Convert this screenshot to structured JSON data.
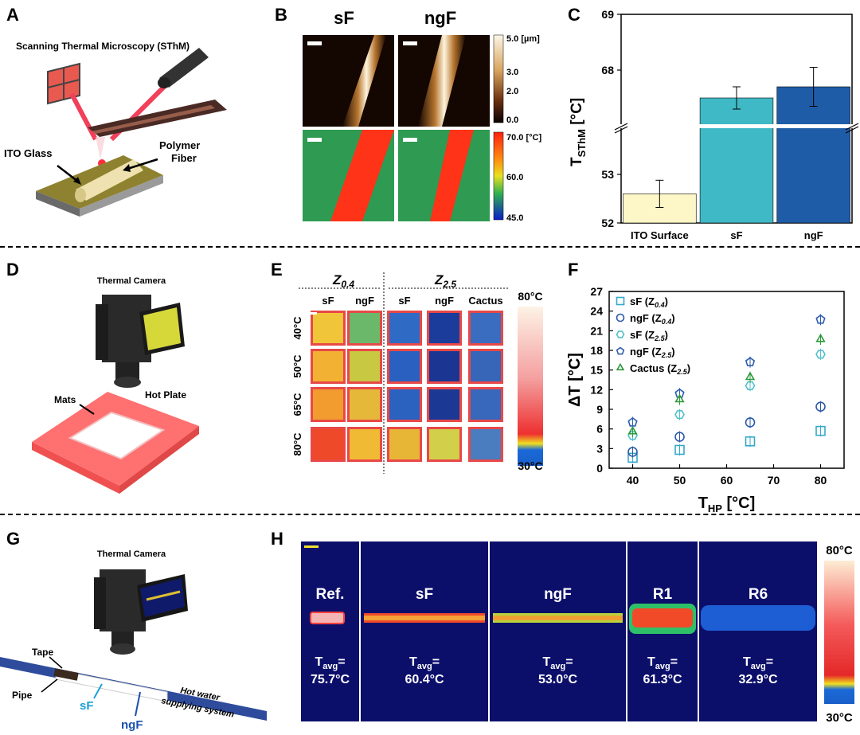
{
  "panels": {
    "A": {
      "label": "A",
      "title": "Scanning Thermal Microscopy (SThM)",
      "ito": "ITO Glass",
      "polymer1": "Polymer",
      "polymer2": "Fiber"
    },
    "B": {
      "label": "B",
      "col1": "sF",
      "col2": "ngF",
      "height_ticks": [
        "5.0 [µm]",
        "3.0",
        "2.0",
        "0.0"
      ],
      "temp_ticks": [
        "70.0 [°C]",
        "60.0",
        "45.0"
      ],
      "colors": {
        "height_hi": "#fdf4dc",
        "height_mid": "#b5742e",
        "height_lo": "#140600",
        "map_bg": "#2f9a52",
        "fiber": "#ff3318"
      }
    },
    "D": {
      "label": "D",
      "camera": "Thermal Camera",
      "mats": "Mats",
      "hotplate": "Hot Plate"
    },
    "E": {
      "label": "E",
      "group1": "Z",
      "group1_sub": "0.4",
      "group2": "Z",
      "group2_sub": "2.5",
      "cols": [
        "sF",
        "ngF",
        "sF",
        "ngF",
        "Cactus"
      ],
      "rows": [
        "40°C",
        "50°C",
        "65°C",
        "80°C"
      ],
      "cbar_top": "80°C",
      "cbar_bottom": "30°C",
      "tile_colors": [
        [
          "#f0c53a",
          "#6cb86a",
          "#2f6bc4",
          "#1c3c9c",
          "#3a6cc0"
        ],
        [
          "#f3b133",
          "#c8c843",
          "#2a60c0",
          "#1a3692",
          "#3766b8"
        ],
        [
          "#f29b2f",
          "#e6b83a",
          "#2b62c0",
          "#1b3994",
          "#3868bb"
        ],
        [
          "#ee4a2a",
          "#f0ba35",
          "#e8b637",
          "#d2d04a",
          "#4a7cc0"
        ]
      ]
    },
    "G": {
      "label": "G",
      "camera": "Thermal Camera",
      "tape": "Tape",
      "pipe": "Pipe",
      "sf": "sF",
      "ngf": "ngF",
      "hotwater1": "Hot water",
      "hotwater2": "supplying system"
    },
    "H": {
      "label": "H",
      "cbar_top": "80°C",
      "cbar_bottom": "30°C",
      "tavg_sym": "T",
      "tavg_sub": "avg",
      "tavg_eq": "=",
      "samples": [
        {
          "name": "Ref.",
          "value": "75.7°C"
        },
        {
          "name": "sF",
          "value": "60.4°C"
        },
        {
          "name": "ngF",
          "value": "53.0°C"
        },
        {
          "name": "R1",
          "value": "61.3°C"
        },
        {
          "name": "R6",
          "value": "32.9°C"
        }
      ]
    }
  },
  "chart_data": [
    {
      "id": "C",
      "label": "C",
      "type": "bar",
      "categories": [
        "ITO Surface",
        "sF",
        "ngF"
      ],
      "values": [
        52.6,
        67.5,
        67.7
      ],
      "errors": [
        0.28,
        0.2,
        0.35
      ],
      "colors": [
        "#fdf7c8",
        "#3fb9c6",
        "#1f5ca8"
      ],
      "ylabel": "T",
      "ylabel_sub": "SThM",
      "ylabel_unit": " [°C]",
      "broken_axis": {
        "lower": [
          52,
          54
        ],
        "upper": [
          67,
          69
        ]
      },
      "yticks_lower": [
        52,
        53
      ],
      "yticks_upper": [
        68,
        69
      ]
    },
    {
      "id": "F",
      "label": "F",
      "type": "scatter",
      "xlabel": "T",
      "xlabel_sub": "HP",
      "xlabel_unit": " [°C]",
      "ylabel": "ΔT [°C]",
      "xlim": [
        35,
        85
      ],
      "ylim": [
        0,
        27
      ],
      "xticks": [
        40,
        50,
        60,
        70,
        80
      ],
      "yticks": [
        0,
        3,
        6,
        9,
        12,
        15,
        18,
        21,
        24,
        27
      ],
      "series": [
        {
          "name": "sF (Z",
          "sub": "0.4",
          "marker": "square",
          "color": "#36a9c9",
          "x": [
            40,
            50,
            65,
            80
          ],
          "y": [
            1.6,
            2.8,
            4.1,
            5.7
          ]
        },
        {
          "name": "ngF (Z",
          "sub": "0.4",
          "marker": "circle",
          "color": "#2c58a6",
          "x": [
            40,
            50,
            65,
            80
          ],
          "y": [
            2.5,
            4.8,
            7.0,
            9.4
          ]
        },
        {
          "name": "sF (Z",
          "sub": "2.5",
          "marker": "hexagon",
          "color": "#52c0cc",
          "x": [
            40,
            50,
            65,
            80
          ],
          "y": [
            5.0,
            8.2,
            12.6,
            17.4
          ]
        },
        {
          "name": "ngF (Z",
          "sub": "2.5",
          "marker": "pentagon",
          "color": "#2e5db0",
          "x": [
            40,
            50,
            65,
            80
          ],
          "y": [
            7.0,
            11.4,
            16.2,
            22.7
          ]
        },
        {
          "name": "Cactus (Z",
          "sub": "2.5",
          "marker": "triangle",
          "color": "#2d9a3a",
          "x": [
            40,
            50,
            65,
            80
          ],
          "y": [
            5.6,
            10.5,
            13.9,
            19.7
          ]
        }
      ]
    }
  ]
}
